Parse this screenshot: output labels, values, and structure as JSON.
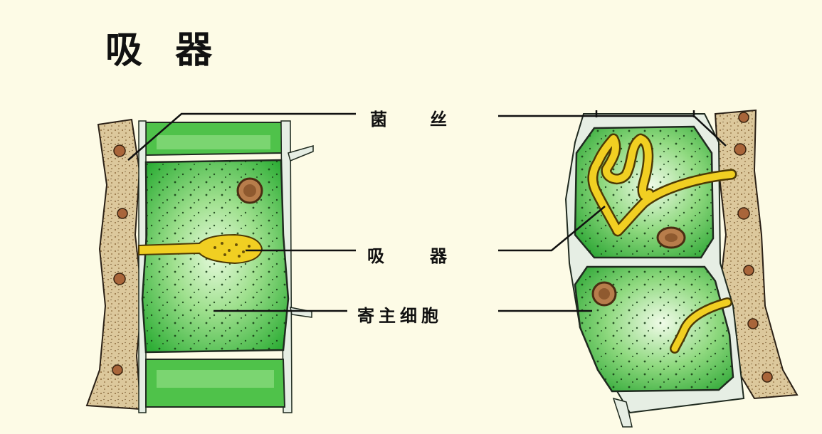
{
  "title": "吸 器",
  "labels": {
    "hypha": "菌丝",
    "haustorium": "吸器",
    "host_cell": "寄主细胞"
  },
  "colors": {
    "background": "#fdfbe6",
    "cell_green": "#4fc24a",
    "cell_light": "#c8f2b8",
    "cell_wall": "#e8f0e6",
    "cell_outline": "#1f2a1f",
    "hypha_yellow": "#f1cf22",
    "nucleus": "#a36a3d",
    "tissue_tan": "#d8c398"
  }
}
